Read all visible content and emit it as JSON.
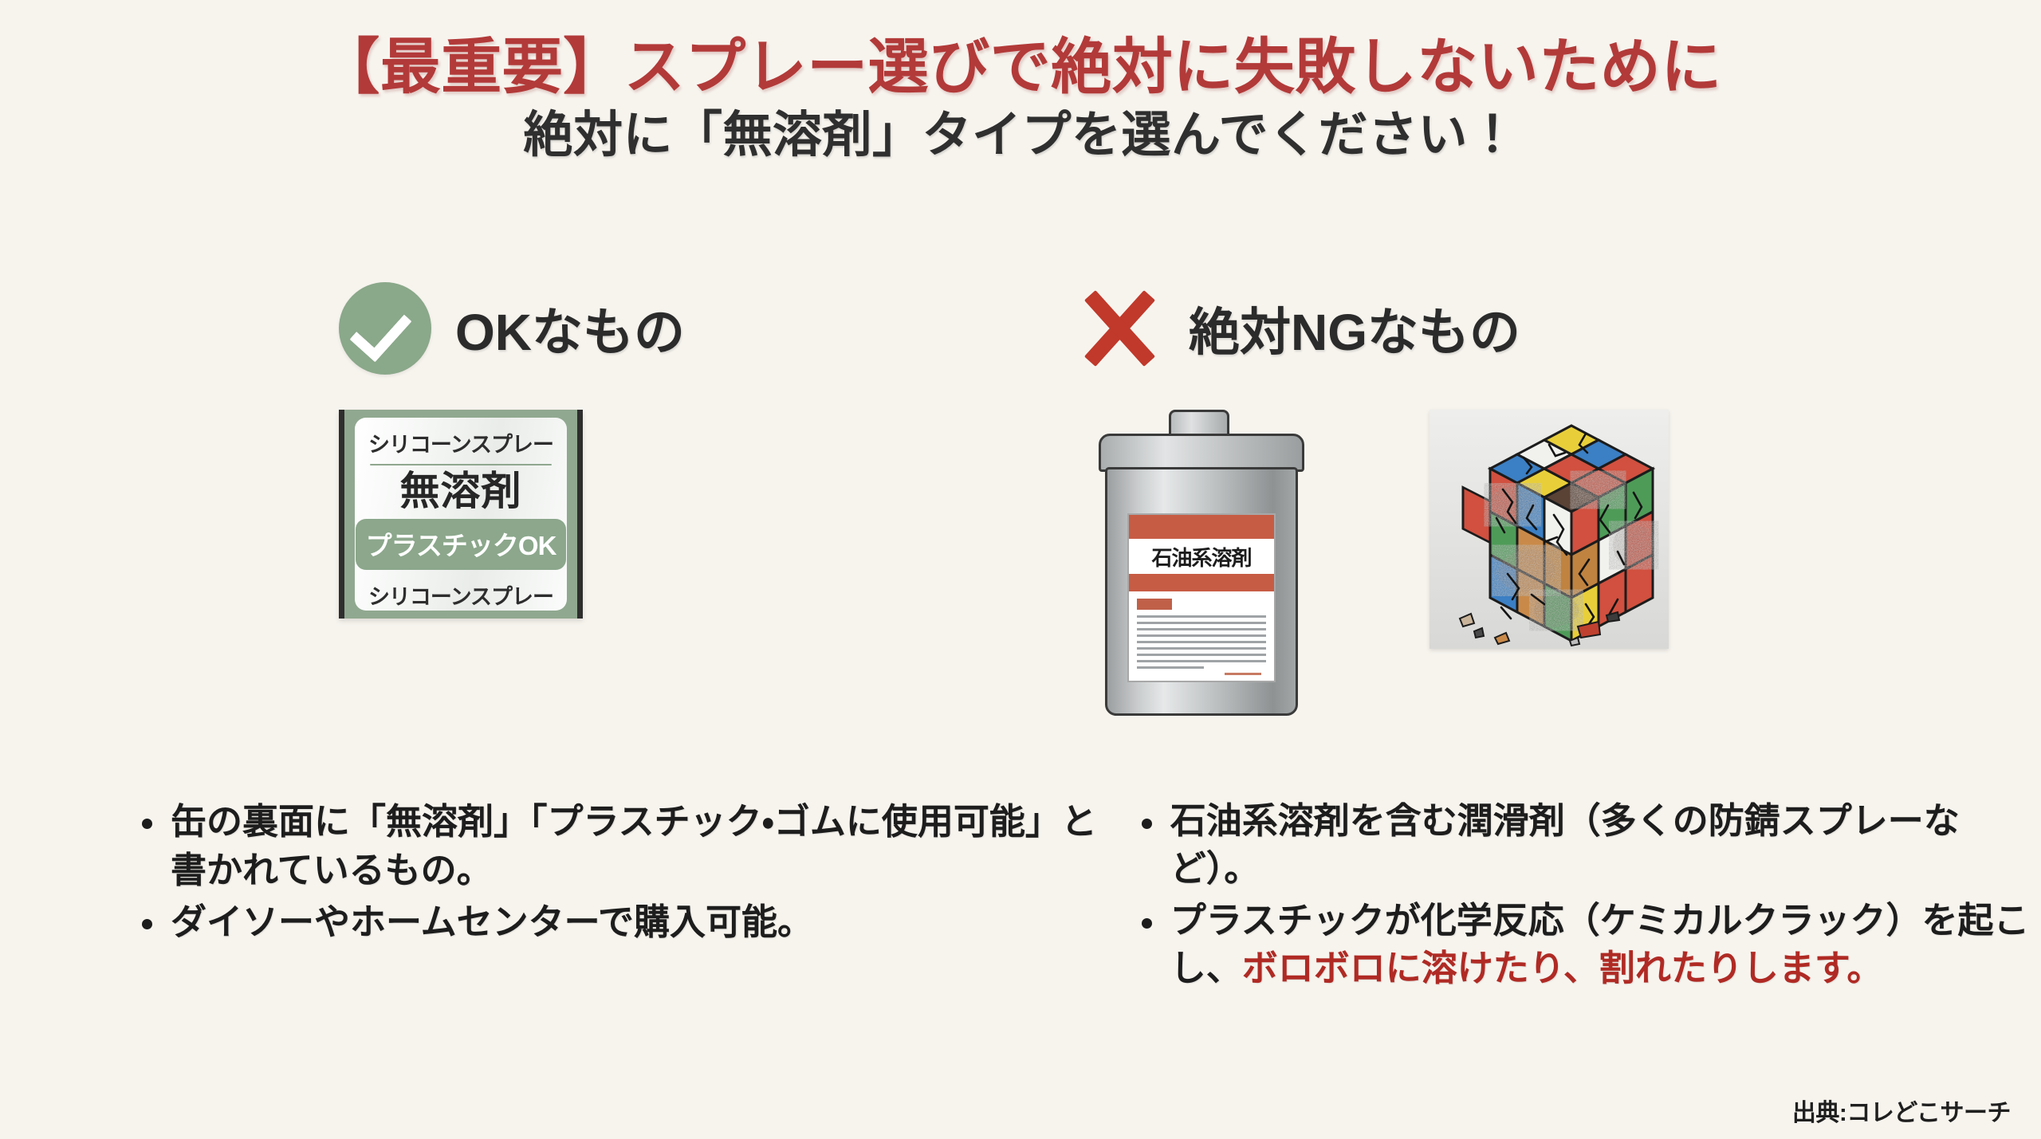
{
  "header": {
    "title_main": "【最重要】スプレー選びで絶対に失敗しないために",
    "title_sub": "絶対に「無溶剤」タイプを選んでください！"
  },
  "colors": {
    "background": "#f7f4ee",
    "title_red": "#b23a39",
    "ok_green": "#8aa88a",
    "ng_red": "#c0392b",
    "highlight_red": "#b02a24",
    "can_green": "#90a890",
    "oil_band": "#c75c44"
  },
  "sections": {
    "ok": {
      "icon": "check-circle-icon",
      "label": "OKなもの",
      "product": {
        "top_text": "シリコーンスプレー",
        "main_text": "無溶剤",
        "badge_text": "プラスチックOK",
        "bottom_text": "シリコーンスプレー"
      },
      "bullets": [
        "缶の裏面に「無溶剤」「プラスチック・ゴムに使用可能」と書かれているもの。",
        "ダイソーやホームセンターで購入可能。"
      ]
    },
    "ng": {
      "icon": "cross-mark-icon",
      "label": "絶対NGなもの",
      "product": {
        "label_title": "石油系溶剤"
      },
      "photo_alt": "cracked-rubiks-cube",
      "bullets": [
        {
          "plain_prefix": "石油系溶剤を含む潤滑剤（多くの防錆スプレーなど）。",
          "red_suffix": ""
        },
        {
          "plain_prefix": "プラスチックが化学反応（ケミカルクラック）を起こし、",
          "red_suffix": "ボロボロに溶けたり、割れたりします。"
        }
      ]
    }
  },
  "footer": {
    "source": "出典:コレどこサーチ"
  }
}
